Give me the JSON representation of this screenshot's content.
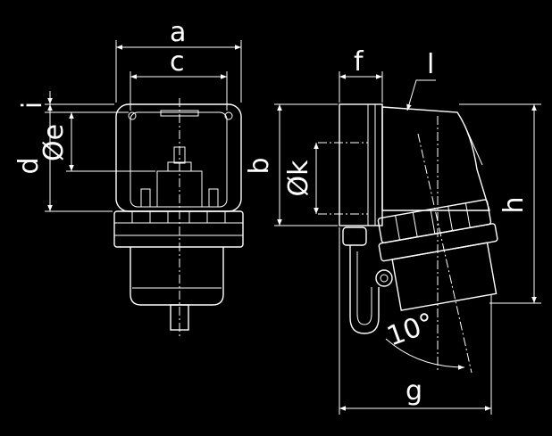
{
  "labels": {
    "a": "a",
    "c": "c",
    "i": "i",
    "d": "d",
    "e": "Øe",
    "b": "b",
    "k": "Øk",
    "f": "f",
    "l": "l",
    "h": "h",
    "g": "g",
    "angle": "10°"
  },
  "colors": {
    "background": "#000000",
    "line": "#ffffff"
  }
}
